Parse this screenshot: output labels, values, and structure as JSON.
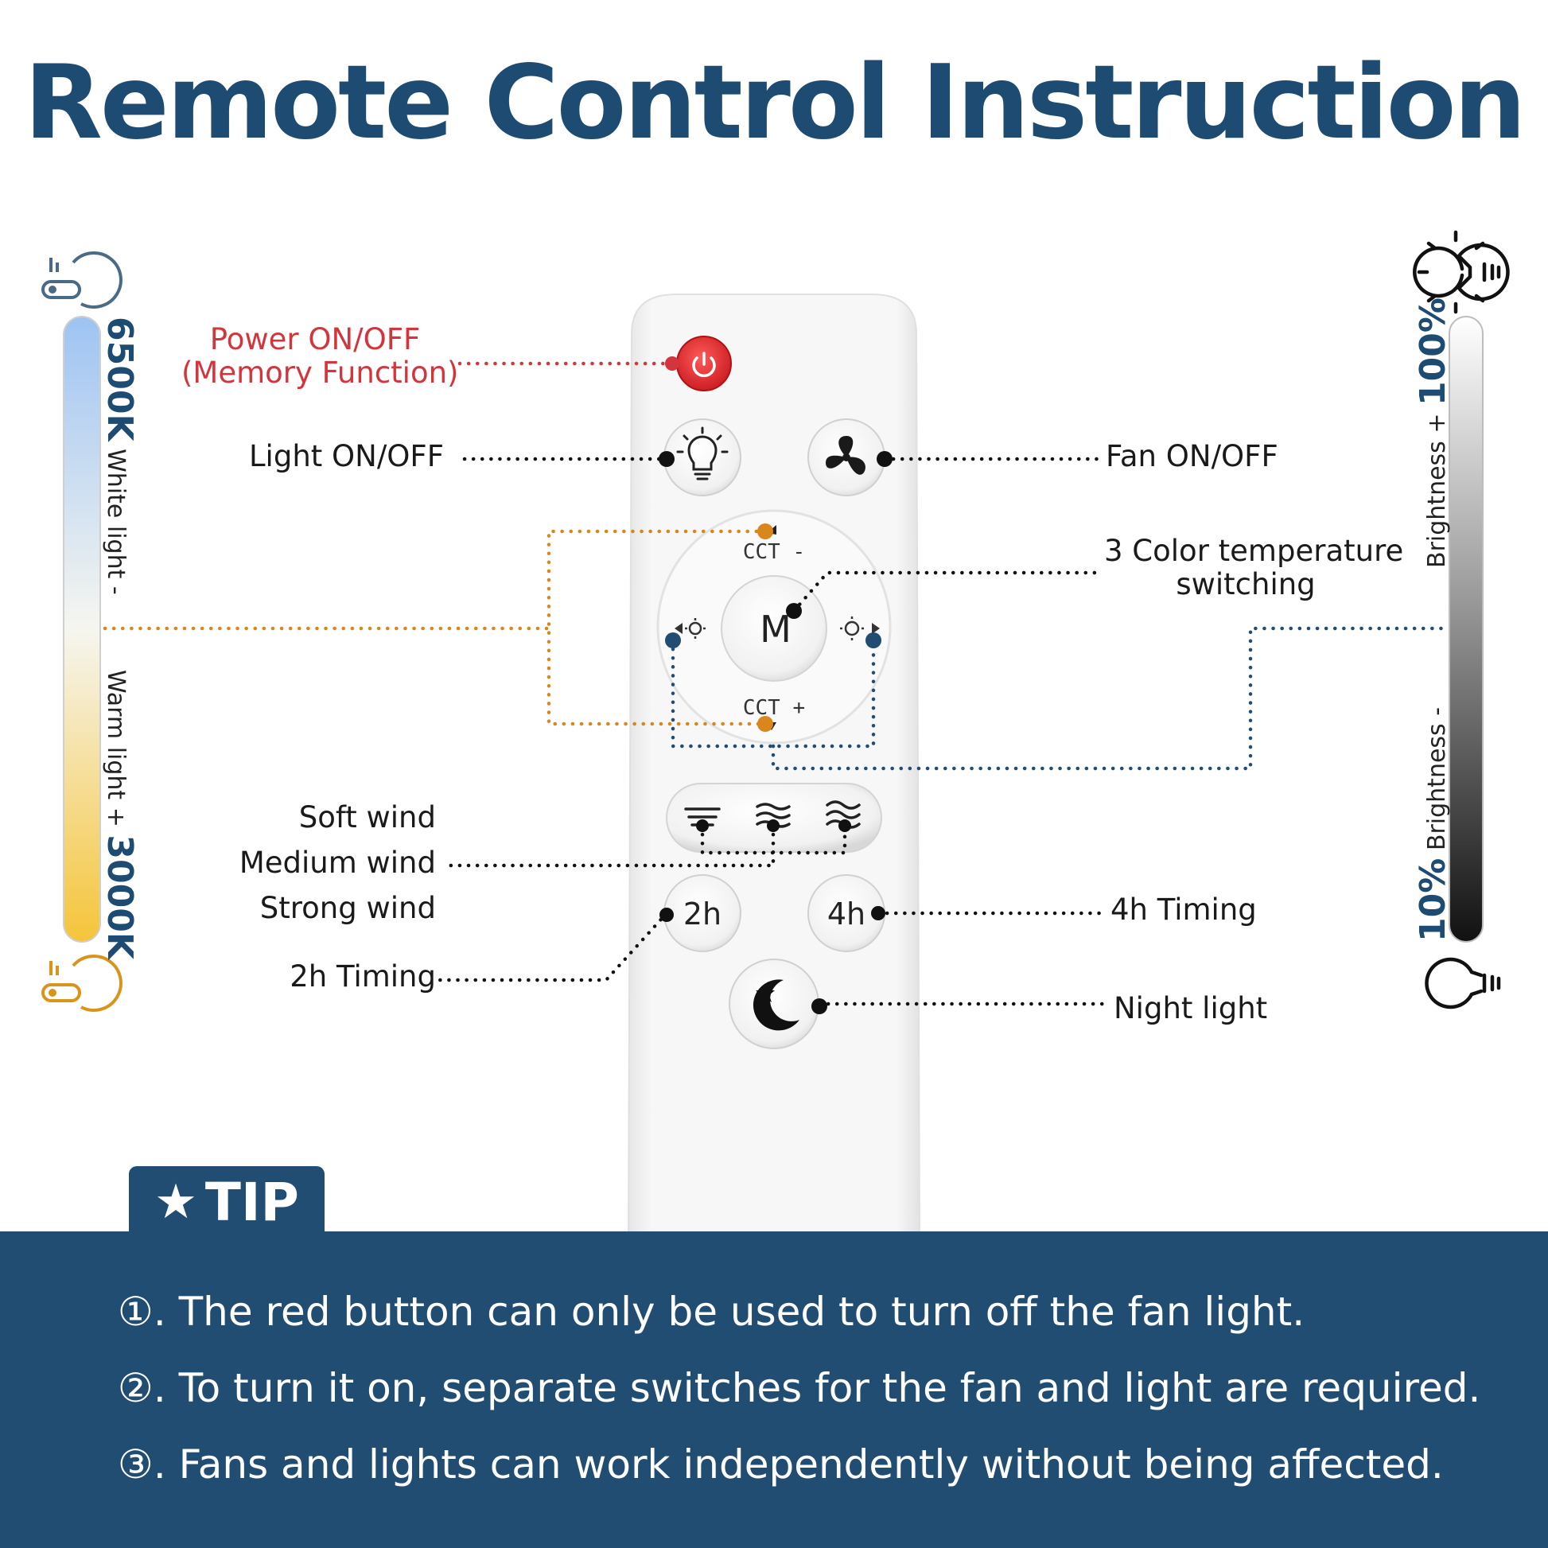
{
  "title": "Remote Control Instruction",
  "labels": {
    "power_line1": "Power ON/OFF",
    "power_line2": "(Memory Function)",
    "light": "Light ON/OFF",
    "fan": "Fan ON/OFF",
    "cct_line1": "3 Color temperature",
    "cct_line2": "switching",
    "soft_wind": "Soft wind",
    "medium_wind": "Medium wind",
    "strong_wind": "Strong wind",
    "timing_2h": "2h Timing",
    "timing_4h": "4h Timing",
    "night_light": "Night light"
  },
  "remote": {
    "cct_minus": "CCT -",
    "cct_plus": "CCT +",
    "mode": "M",
    "btn_2h": "2h",
    "btn_4h": "4h"
  },
  "left_scale": {
    "top_value": "6500K",
    "top_text": "White light -",
    "bottom_text": "Warm light +",
    "bottom_value": "3000K"
  },
  "right_scale": {
    "top_value": "100%",
    "top_text": "Brightness +",
    "bottom_text": "Brightness -",
    "bottom_value": "10%"
  },
  "tip": {
    "heading": "TIP",
    "items": [
      {
        "num": "①",
        "text": ". The red button can only be used to turn off the fan light."
      },
      {
        "num": "②",
        "text": ". To turn it on, separate switches for the fan and light are required."
      },
      {
        "num": "③",
        "text": ". Fans and lights can work independently without being affected."
      }
    ]
  },
  "colors": {
    "title": "#1e4b72",
    "power_red": "#d4343c",
    "cct_orange": "#d9861c",
    "brightness_navy": "#224d72",
    "tip_bg": "#224d72",
    "warm": "#f5c43a",
    "cool": "#9ec3f2"
  }
}
